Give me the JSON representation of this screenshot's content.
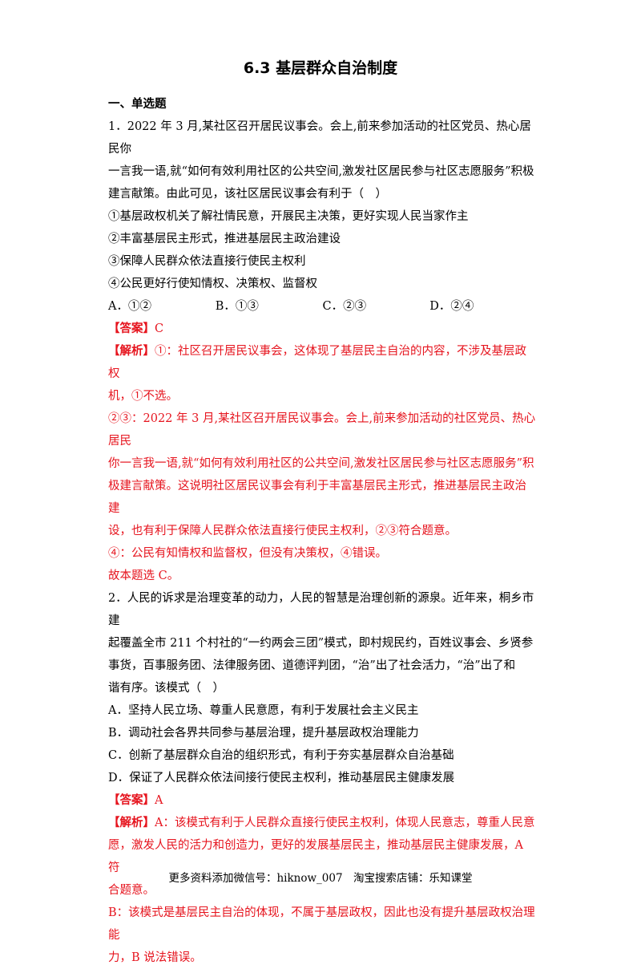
{
  "title": "6.3 基层群众自治制度",
  "section1": "一、单选题",
  "q1": {
    "lines": [
      "1．2022 年 3 月,某社区召开居民议事会。会上,前来参加活动的社区党员、热心居民你",
      "一言我一语,就“如何有效利用社区的公共空间,激发社区居民参与社区志愿服务”积极",
      "建言献策。由此可见，该社区居民议事会有利于（　）"
    ],
    "items": [
      "①基层政权机关了解社情民意，开展民主决策，更好实现人民当家作主",
      "②丰富基层民主形式，推进基层民主政治建设",
      "③保障人民群众依法直接行使民主权利",
      "④公民更好行使知情权、决策权、监督权"
    ],
    "options": [
      "A．①②",
      "B．①③",
      "C．②③",
      "D．②④"
    ],
    "answer_tag": "【答案】",
    "answer": "C",
    "analysis_tag": "【解析】",
    "analysis_lines": [
      "①：社区召开居民议事会，这体现了基层民主自治的内容，不涉及基层政权",
      "机，①不选。",
      "②③：2022 年 3 月,某社区召开居民议事会。会上,前来参加活动的社区党员、热心居民",
      "你一言我一语,就“如何有效利用社区的公共空间,激发社区居民参与社区志愿服务”积",
      "极建言献策。这说明社区居民议事会有利于丰富基层民主形式，推进基层民主政治建",
      "设，也有利于保障人民群众依法直接行使民主权利，②③符合题意。",
      "④：公民有知情权和监督权，但没有决策权，④错误。",
      "故本题选 C。"
    ]
  },
  "q2": {
    "lines": [
      "2．人民的诉求是治理变革的动力，人民的智慧是治理创新的源泉。近年来，桐乡市建",
      "起覆盖全市 211 个村社的“一约两会三团”模式，即村规民约，百姓议事会、乡贤参",
      "事货，百事服务团、法律服务团、道德评判团，“治”出了社会活力，“治”出了和",
      "谐有序。该模式（　）"
    ],
    "options": [
      "A．坚持人民立场、尊重人民意愿，有利于发展社会主义民主",
      "B．调动社会各界共同参与基层治理，提升基层政权治理能力",
      "C．创新了基层群众自治的组织形式，有利于夯实基层群众自治基础",
      "D．保证了人民群众依法间接行使民主权利，推动基层民主健康发展"
    ],
    "answer_tag": "【答案】",
    "answer": "A",
    "analysis_tag": "【解析】",
    "analysis_first": "A：该模式有利于人民群众直接行使民主权利，体现人民意志，尊重人民意",
    "analysis_lines": [
      "愿，激发人民的活力和创造力，更好的发展基层民主，推动基层民主健康发展，A 符",
      "合题意。",
      "B：该模式是基层民主自治的体现，不属于基层政权，因此也没有提升基层政权治理能",
      "力，B 说法错误。"
    ]
  },
  "footer": "更多资料添加微信号：hiknow_007　淘宝搜索店铺：乐知课堂",
  "colors": {
    "red": "#e6141e",
    "text": "#000000"
  }
}
